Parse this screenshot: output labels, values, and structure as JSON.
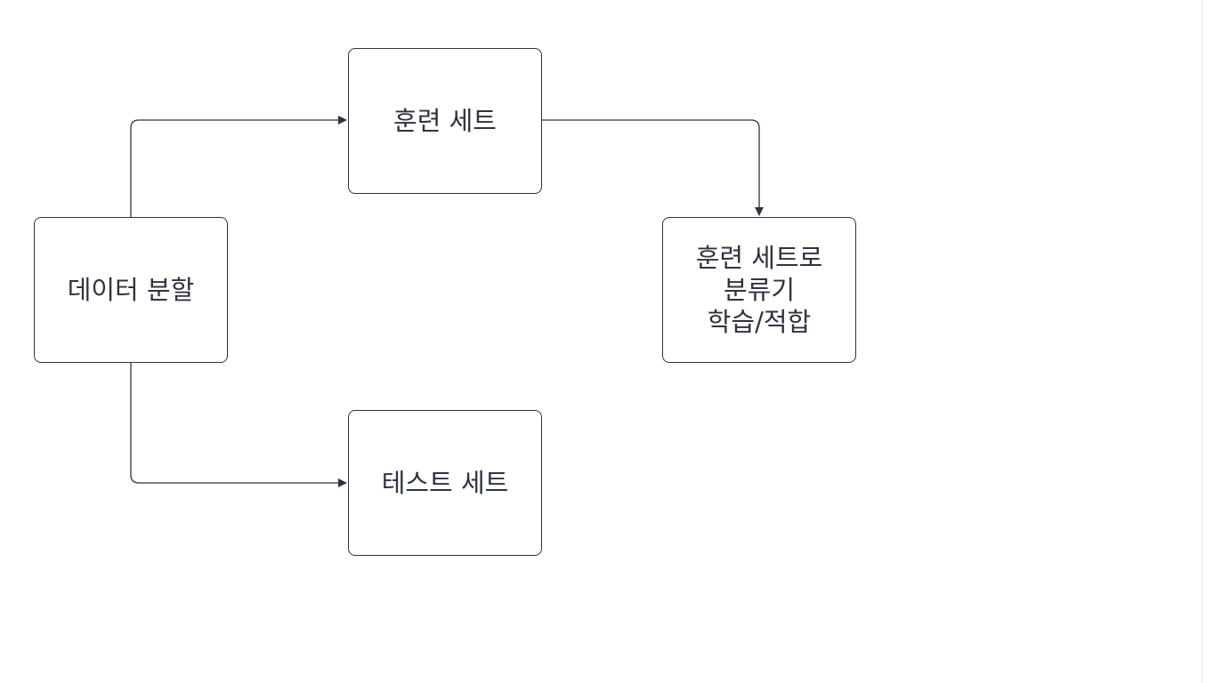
{
  "diagram": {
    "nodes": [
      {
        "id": "split",
        "label": "데이터 분할"
      },
      {
        "id": "train",
        "label": "훈련 세트"
      },
      {
        "id": "test",
        "label": "테스트 세트"
      },
      {
        "id": "fit",
        "label": "훈련 세트로\n분류기\n학습/적합"
      }
    ],
    "edges": [
      {
        "from": "split",
        "to": "train"
      },
      {
        "from": "split",
        "to": "test"
      },
      {
        "from": "train",
        "to": "fit"
      }
    ],
    "colors": {
      "stroke": "#2f3340",
      "text": "#2f3340",
      "background": "#ffffff"
    }
  }
}
